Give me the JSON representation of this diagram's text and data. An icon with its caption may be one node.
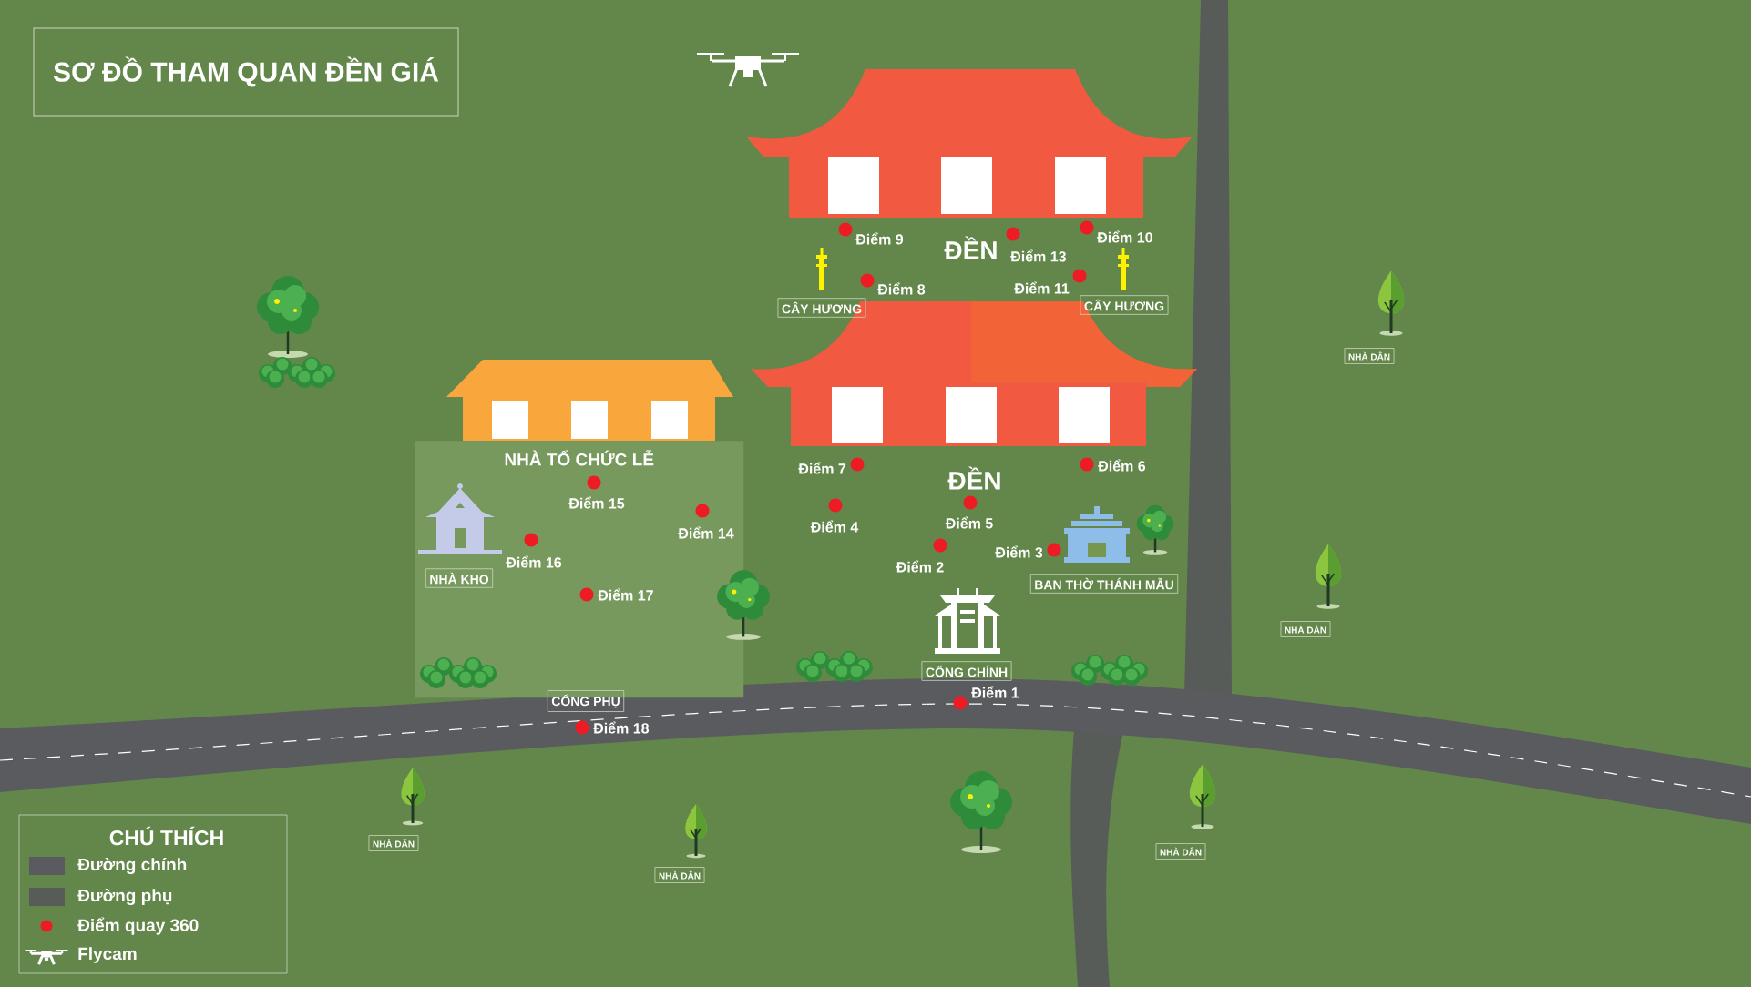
{
  "diagram": {
    "title": "SƠ ĐỒ THAM QUAN ĐỀN GIÁ",
    "nodes": [
      {
        "text": [
          "CÂY HƯƠNG"
        ]
      },
      {
        "text": [
          "CÂY HƯƠNG"
        ]
      },
      {
        "text": [
          "NHÀ DÂN"
        ]
      },
      {
        "text": [
          "NHÀ TỔ CHỨC LỄ"
        ]
      },
      {
        "text": [
          "NHÀ KHO"
        ],
        "in": 3
      },
      {
        "text": [
          "BAN THỜ THÁNH MẪU"
        ]
      },
      {
        "text": [
          "NHÀ DÂN"
        ]
      },
      {
        "text": [
          "CỔNG CHÍNH"
        ]
      },
      {
        "text": [
          "CỔNG PHỤ"
        ]
      },
      {
        "text": [
          "NHÀ DÂN"
        ]
      },
      {
        "text": [
          "NHÀ DÂN"
        ]
      },
      {
        "text": [
          "NHÀ DÂN"
        ]
      }
    ],
    "labels": [
      "ĐỀN",
      "Điểm 9",
      "Điểm 10",
      "Điểm 13",
      "Điểm 8",
      "Điểm 11",
      "Điểm 7",
      "ĐỀN",
      "Điểm 6",
      "Điểm 15",
      "Điểm 4",
      "Điểm 5",
      "Điểm 14",
      "Điểm 3",
      "Điểm 16",
      "Điểm 2",
      "Điểm 17",
      "Điểm 1",
      "Điểm 18",
      "CHÚ THÍCH"
    ],
    "legend": [
      {
        "text": "Đường chính",
        "color": "#5a5b5f"
      },
      {
        "text": "Đường phụ",
        "color": "#585c58"
      },
      {
        "text": "Điểm quay 360",
        "color": "#ed1c24"
      },
      {
        "text": "Flycam"
      }
    ]
  }
}
